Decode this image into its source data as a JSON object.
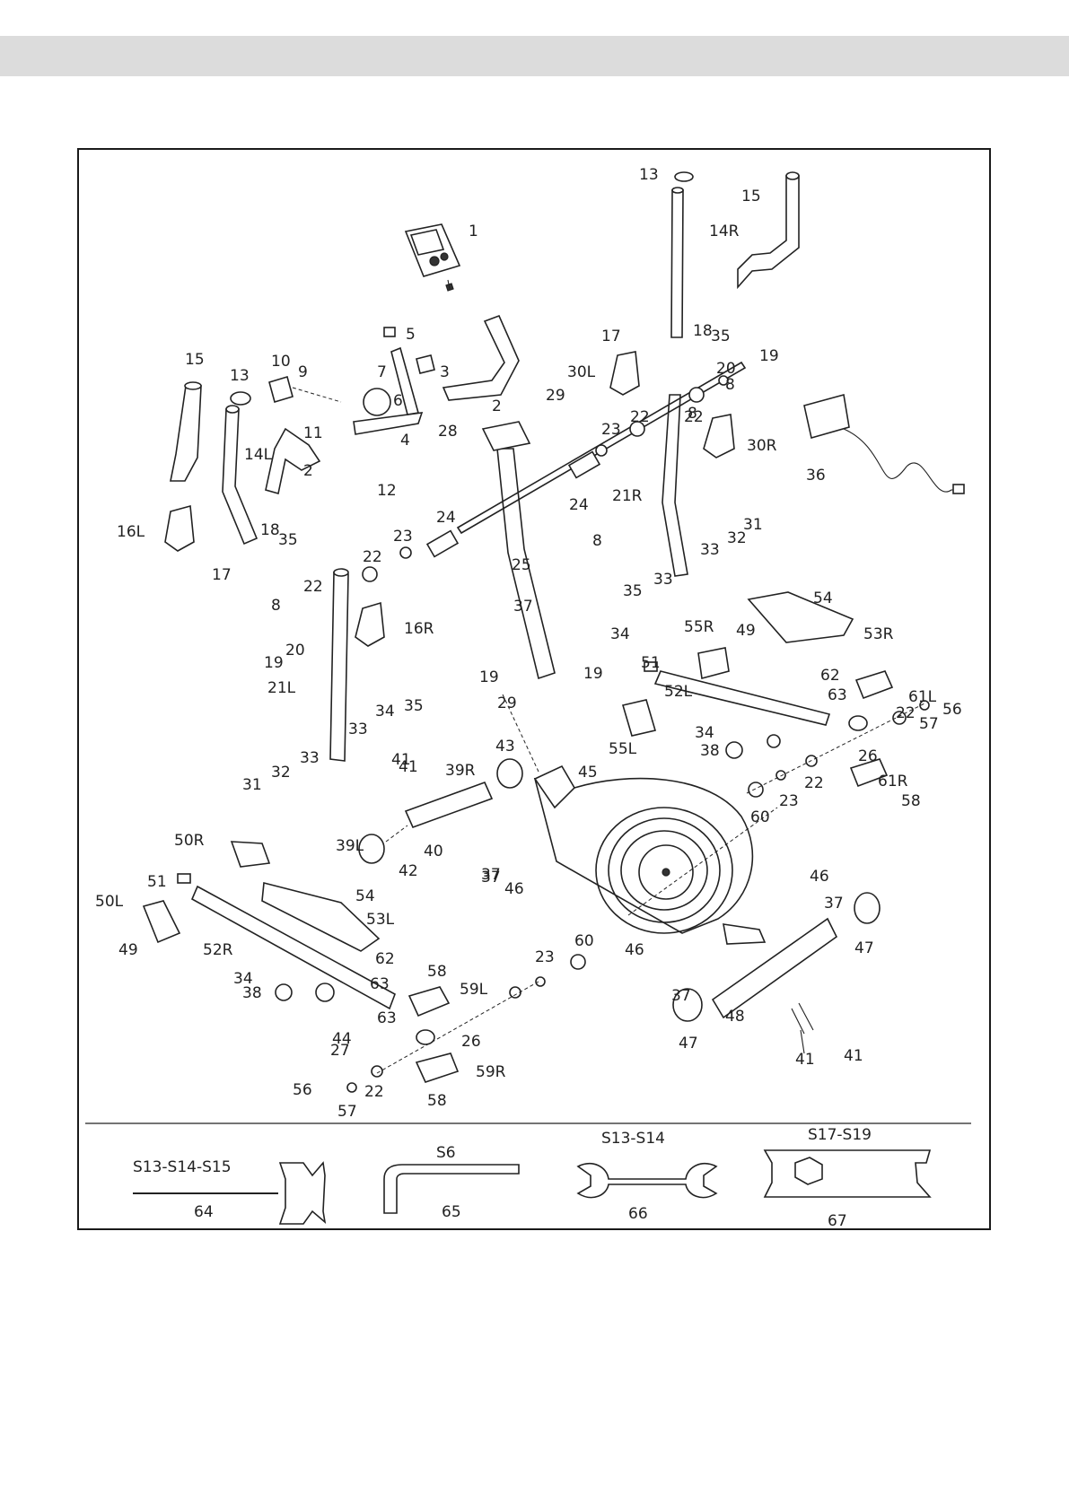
{
  "labels": [
    {
      "t": "1"
    },
    {
      "t": "2"
    },
    {
      "t": "2"
    },
    {
      "t": "3"
    },
    {
      "t": "4"
    },
    {
      "t": "5"
    },
    {
      "t": "6"
    },
    {
      "t": "7"
    },
    {
      "t": "8"
    },
    {
      "t": "8"
    },
    {
      "t": "8"
    },
    {
      "t": "8"
    },
    {
      "t": "9"
    },
    {
      "t": "10"
    },
    {
      "t": "11"
    },
    {
      "t": "12"
    },
    {
      "t": "13"
    },
    {
      "t": "13"
    },
    {
      "t": "14R"
    },
    {
      "t": "14L"
    },
    {
      "t": "15"
    },
    {
      "t": "15"
    },
    {
      "t": "16L"
    },
    {
      "t": "16R"
    },
    {
      "t": "17"
    },
    {
      "t": "17"
    },
    {
      "t": "18"
    },
    {
      "t": "18"
    },
    {
      "t": "19"
    },
    {
      "t": "19"
    },
    {
      "t": "19"
    },
    {
      "t": "19"
    },
    {
      "t": "20"
    },
    {
      "t": "20"
    },
    {
      "t": "21R"
    },
    {
      "t": "21L"
    },
    {
      "t": "22"
    },
    {
      "t": "22"
    },
    {
      "t": "22"
    },
    {
      "t": "22"
    },
    {
      "t": "22"
    },
    {
      "t": "22"
    },
    {
      "t": "22"
    },
    {
      "t": "23"
    },
    {
      "t": "23"
    },
    {
      "t": "23"
    },
    {
      "t": "23"
    },
    {
      "t": "24"
    },
    {
      "t": "24"
    },
    {
      "t": "25"
    },
    {
      "t": "26"
    },
    {
      "t": "26"
    },
    {
      "t": "27"
    },
    {
      "t": "28"
    },
    {
      "t": "29"
    },
    {
      "t": "29"
    },
    {
      "t": "30L"
    },
    {
      "t": "30R"
    },
    {
      "t": "31"
    },
    {
      "t": "31"
    },
    {
      "t": "32"
    },
    {
      "t": "32"
    },
    {
      "t": "33"
    },
    {
      "t": "33"
    },
    {
      "t": "33"
    },
    {
      "t": "33"
    },
    {
      "t": "34"
    },
    {
      "t": "34"
    },
    {
      "t": "34"
    },
    {
      "t": "34"
    },
    {
      "t": "35"
    },
    {
      "t": "35"
    },
    {
      "t": "35"
    },
    {
      "t": "35"
    },
    {
      "t": "36"
    },
    {
      "t": "37"
    },
    {
      "t": "37"
    },
    {
      "t": "37"
    },
    {
      "t": "37"
    },
    {
      "t": "37"
    },
    {
      "t": "38"
    },
    {
      "t": "38"
    },
    {
      "t": "39R"
    },
    {
      "t": "39L"
    },
    {
      "t": "40"
    },
    {
      "t": "41"
    },
    {
      "t": "41"
    },
    {
      "t": "41"
    },
    {
      "t": "41"
    },
    {
      "t": "42"
    },
    {
      "t": "43"
    },
    {
      "t": "44"
    },
    {
      "t": "45"
    },
    {
      "t": "46"
    },
    {
      "t": "46"
    },
    {
      "t": "46"
    },
    {
      "t": "47"
    },
    {
      "t": "47"
    },
    {
      "t": "48"
    },
    {
      "t": "49"
    },
    {
      "t": "49"
    },
    {
      "t": "50R"
    },
    {
      "t": "50L"
    },
    {
      "t": "51"
    },
    {
      "t": "51"
    },
    {
      "t": "52R"
    },
    {
      "t": "52L"
    },
    {
      "t": "53R"
    },
    {
      "t": "53L"
    },
    {
      "t": "54"
    },
    {
      "t": "54"
    },
    {
      "t": "55R"
    },
    {
      "t": "55L"
    },
    {
      "t": "56"
    },
    {
      "t": "56"
    },
    {
      "t": "57"
    },
    {
      "t": "57"
    },
    {
      "t": "58"
    },
    {
      "t": "58"
    },
    {
      "t": "58"
    },
    {
      "t": "59L"
    },
    {
      "t": "59R"
    },
    {
      "t": "60"
    },
    {
      "t": "60"
    },
    {
      "t": "61L"
    },
    {
      "t": "61R"
    },
    {
      "t": "62"
    },
    {
      "t": "62"
    },
    {
      "t": "63"
    },
    {
      "t": "63"
    },
    {
      "t": "63"
    }
  ],
  "tools": [
    {
      "size": "S13-S14-S15",
      "number": "64"
    },
    {
      "size": "S6",
      "number": "65"
    },
    {
      "size": "S13-S14",
      "number": "66"
    },
    {
      "size": "S17-S19",
      "number": "67"
    }
  ]
}
